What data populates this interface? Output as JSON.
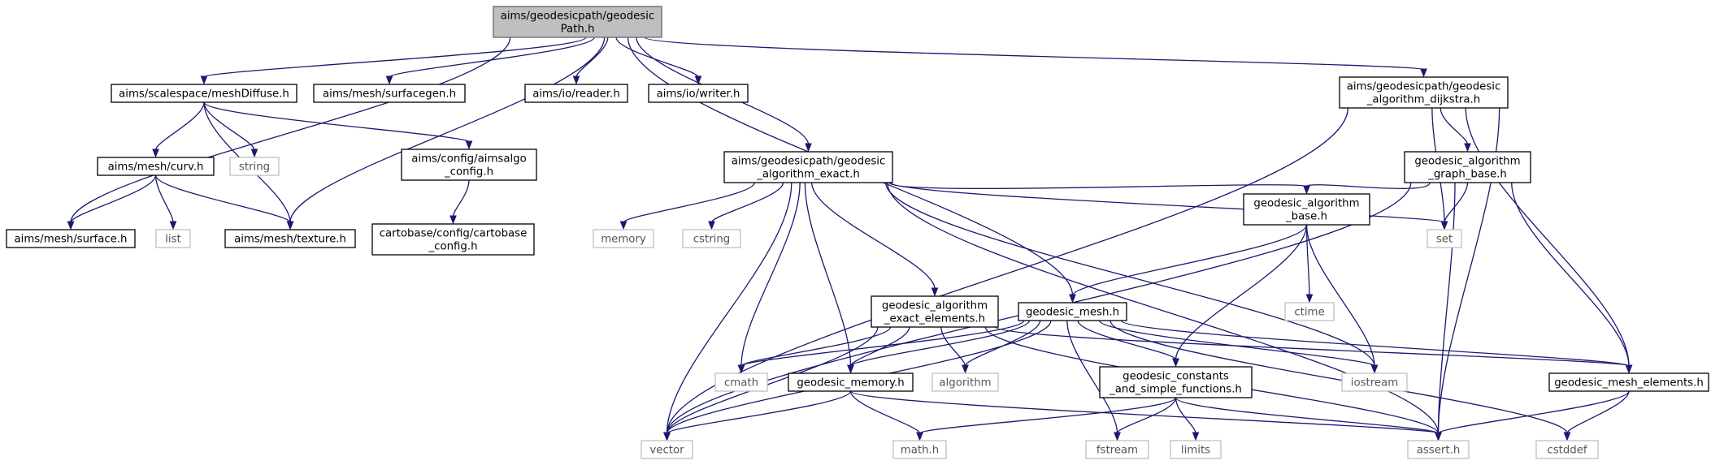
{
  "diagram": {
    "colors": {
      "edge": "#191970",
      "root_fill": "#bfbfbf",
      "header_border": "#000000",
      "system_border": "#bfbfbf"
    },
    "nodes": [
      {
        "id": "root",
        "kind": "root",
        "lines": [
          "aims/geodesicpath/geodesic",
          "Path.h"
        ]
      },
      {
        "id": "meshDiffuse",
        "kind": "header",
        "lines": [
          "aims/scalespace/meshDiffuse.h"
        ]
      },
      {
        "id": "surfacegen",
        "kind": "header",
        "lines": [
          "aims/mesh/surfacegen.h"
        ]
      },
      {
        "id": "reader",
        "kind": "header",
        "lines": [
          "aims/io/reader.h"
        ]
      },
      {
        "id": "writer",
        "kind": "header",
        "lines": [
          "aims/io/writer.h"
        ]
      },
      {
        "id": "dijkstra",
        "kind": "header",
        "lines": [
          "aims/geodesicpath/geodesic",
          "_algorithm_dijkstra.h"
        ]
      },
      {
        "id": "curv",
        "kind": "header",
        "lines": [
          "aims/mesh/curv.h"
        ]
      },
      {
        "id": "string",
        "kind": "system",
        "lines": [
          "string"
        ]
      },
      {
        "id": "aimsalgo",
        "kind": "header",
        "lines": [
          "aims/config/aimsalgo",
          "_config.h"
        ]
      },
      {
        "id": "exact",
        "kind": "header",
        "lines": [
          "aims/geodesicpath/geodesic",
          "_algorithm_exact.h"
        ]
      },
      {
        "id": "graphbase",
        "kind": "header",
        "lines": [
          "geodesic_algorithm",
          "_graph_base.h"
        ]
      },
      {
        "id": "surface",
        "kind": "header",
        "lines": [
          "aims/mesh/surface.h"
        ]
      },
      {
        "id": "list",
        "kind": "system",
        "lines": [
          "list"
        ]
      },
      {
        "id": "texture",
        "kind": "header",
        "lines": [
          "aims/mesh/texture.h"
        ]
      },
      {
        "id": "cartobase",
        "kind": "header",
        "lines": [
          "cartobase/config/cartobase",
          "_config.h"
        ]
      },
      {
        "id": "memory",
        "kind": "system",
        "lines": [
          "memory"
        ]
      },
      {
        "id": "cstring",
        "kind": "system",
        "lines": [
          "cstring"
        ]
      },
      {
        "id": "algbase",
        "kind": "header",
        "lines": [
          "geodesic_algorithm",
          "_base.h"
        ]
      },
      {
        "id": "set",
        "kind": "system",
        "lines": [
          "set"
        ]
      },
      {
        "id": "ctime",
        "kind": "system",
        "lines": [
          "ctime"
        ]
      },
      {
        "id": "exactelem",
        "kind": "header",
        "lines": [
          "geodesic_algorithm",
          "_exact_elements.h"
        ]
      },
      {
        "id": "geomesh",
        "kind": "header",
        "lines": [
          "geodesic_mesh.h"
        ]
      },
      {
        "id": "cmath",
        "kind": "system",
        "lines": [
          "cmath"
        ]
      },
      {
        "id": "geomemory",
        "kind": "header",
        "lines": [
          "geodesic_memory.h"
        ]
      },
      {
        "id": "algorithm",
        "kind": "system",
        "lines": [
          "algorithm"
        ]
      },
      {
        "id": "constants",
        "kind": "header",
        "lines": [
          "geodesic_constants",
          "_and_simple_functions.h"
        ]
      },
      {
        "id": "iostream",
        "kind": "system",
        "lines": [
          "iostream"
        ]
      },
      {
        "id": "meshelem",
        "kind": "header",
        "lines": [
          "geodesic_mesh_elements.h"
        ]
      },
      {
        "id": "vector",
        "kind": "system",
        "lines": [
          "vector"
        ]
      },
      {
        "id": "mathh",
        "kind": "system",
        "lines": [
          "math.h"
        ]
      },
      {
        "id": "fstream",
        "kind": "system",
        "lines": [
          "fstream"
        ]
      },
      {
        "id": "limits",
        "kind": "system",
        "lines": [
          "limits"
        ]
      },
      {
        "id": "asserth",
        "kind": "system",
        "lines": [
          "assert.h"
        ]
      },
      {
        "id": "cstddef",
        "kind": "system",
        "lines": [
          "cstddef"
        ]
      }
    ],
    "edges": [
      [
        "root",
        "meshDiffuse"
      ],
      [
        "root",
        "surfacegen"
      ],
      [
        "root",
        "reader"
      ],
      [
        "root",
        "writer"
      ],
      [
        "root",
        "dijkstra"
      ],
      [
        "root",
        "exact"
      ],
      [
        "root",
        "geomesh"
      ],
      [
        "root",
        "surface"
      ],
      [
        "root",
        "texture"
      ],
      [
        "meshDiffuse",
        "curv"
      ],
      [
        "meshDiffuse",
        "string"
      ],
      [
        "meshDiffuse",
        "aimsalgo"
      ],
      [
        "meshDiffuse",
        "texture"
      ],
      [
        "curv",
        "surface"
      ],
      [
        "curv",
        "list"
      ],
      [
        "curv",
        "texture"
      ],
      [
        "aimsalgo",
        "cartobase"
      ],
      [
        "dijkstra",
        "graphbase"
      ],
      [
        "dijkstra",
        "set"
      ],
      [
        "dijkstra",
        "meshelem"
      ],
      [
        "dijkstra",
        "vector"
      ],
      [
        "dijkstra",
        "asserth"
      ],
      [
        "exact",
        "memory"
      ],
      [
        "exact",
        "cstring"
      ],
      [
        "exact",
        "vector"
      ],
      [
        "exact",
        "cmath"
      ],
      [
        "exact",
        "geomemory"
      ],
      [
        "exact",
        "exactelem"
      ],
      [
        "exact",
        "algbase"
      ],
      [
        "exact",
        "set"
      ],
      [
        "exact",
        "iostream"
      ],
      [
        "exact",
        "asserth"
      ],
      [
        "graphbase",
        "algbase"
      ],
      [
        "graphbase",
        "set"
      ],
      [
        "graphbase",
        "vector"
      ],
      [
        "graphbase",
        "asserth"
      ],
      [
        "graphbase",
        "meshelem"
      ],
      [
        "algbase",
        "geomesh"
      ],
      [
        "algbase",
        "constants"
      ],
      [
        "algbase",
        "ctime"
      ],
      [
        "algbase",
        "iostream"
      ],
      [
        "exactelem",
        "vector"
      ],
      [
        "exactelem",
        "cmath"
      ],
      [
        "exactelem",
        "geomemory"
      ],
      [
        "exactelem",
        "algorithm"
      ],
      [
        "exactelem",
        "meshelem"
      ],
      [
        "exactelem",
        "asserth"
      ],
      [
        "geomesh",
        "cmath"
      ],
      [
        "geomesh",
        "geomemory"
      ],
      [
        "geomesh",
        "algorithm"
      ],
      [
        "geomesh",
        "vector"
      ],
      [
        "geomesh",
        "fstream"
      ],
      [
        "geomesh",
        "constants"
      ],
      [
        "geomesh",
        "iostream"
      ],
      [
        "geomesh",
        "meshelem"
      ],
      [
        "geomesh",
        "cstddef"
      ],
      [
        "geomemory",
        "vector"
      ],
      [
        "geomemory",
        "mathh"
      ],
      [
        "geomemory",
        "asserth"
      ],
      [
        "constants",
        "mathh"
      ],
      [
        "constants",
        "fstream"
      ],
      [
        "constants",
        "limits"
      ],
      [
        "constants",
        "asserth"
      ],
      [
        "meshelem",
        "asserth"
      ],
      [
        "meshelem",
        "cstddef"
      ]
    ]
  }
}
